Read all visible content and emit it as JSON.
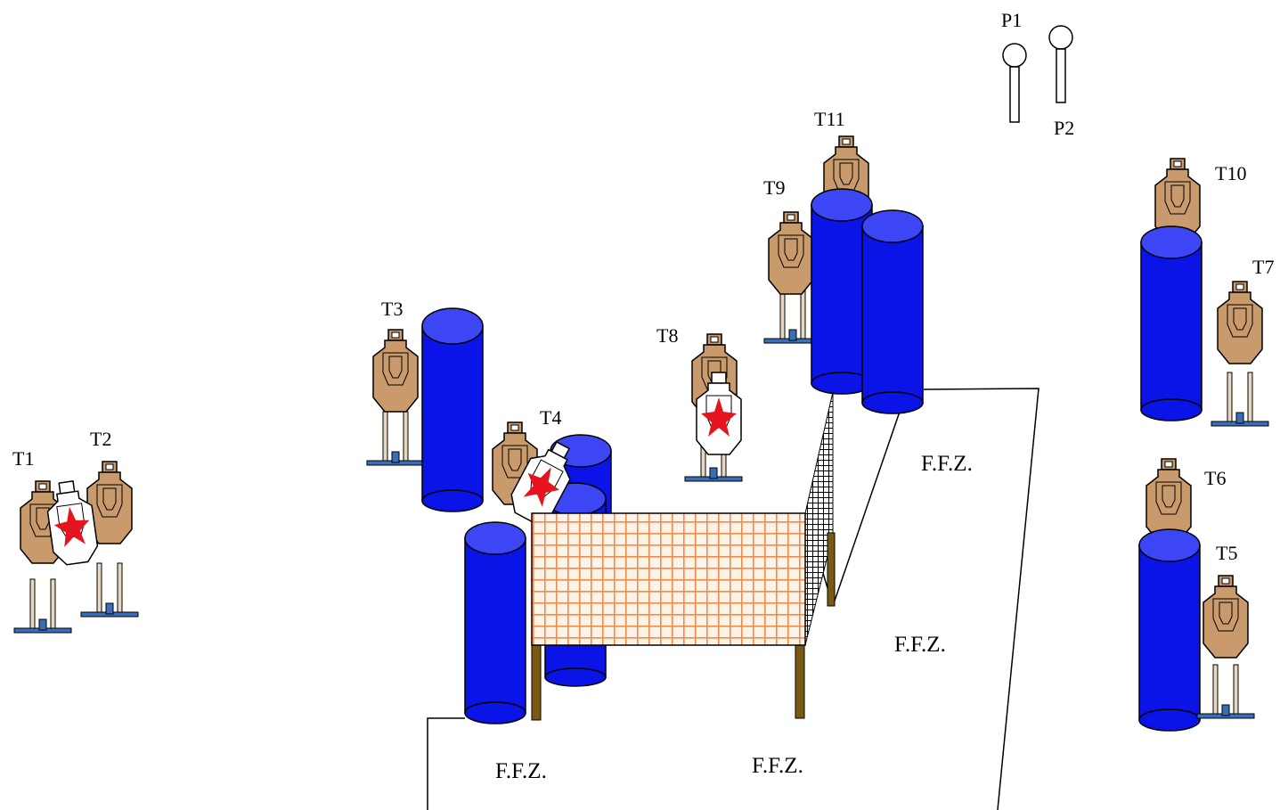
{
  "labels": {
    "t1": "T1",
    "t2": "T2",
    "t3": "T3",
    "t4": "T4",
    "t5": "T5",
    "t6": "T6",
    "t7": "T7",
    "t8": "T8",
    "t9": "T9",
    "t10": "T10",
    "t11": "T11",
    "p1": "P1",
    "p2": "P2",
    "ffz": "F.F.Z."
  },
  "colors": {
    "barrel": "#0A14E6",
    "barrel_top": "#3C46F5",
    "target": "#C99A6B",
    "no_shoot": "#FFFFFF",
    "no_shoot_mark": "#E6141E",
    "stand": "#3A6FB8",
    "mesh": "#F08C4B",
    "table_leg": "#7A5A12"
  },
  "icons": {
    "target": "cardboard-target-icon",
    "no_shoot": "no-shoot-target-icon",
    "barrel": "barrel-icon",
    "popper": "popper-icon"
  }
}
